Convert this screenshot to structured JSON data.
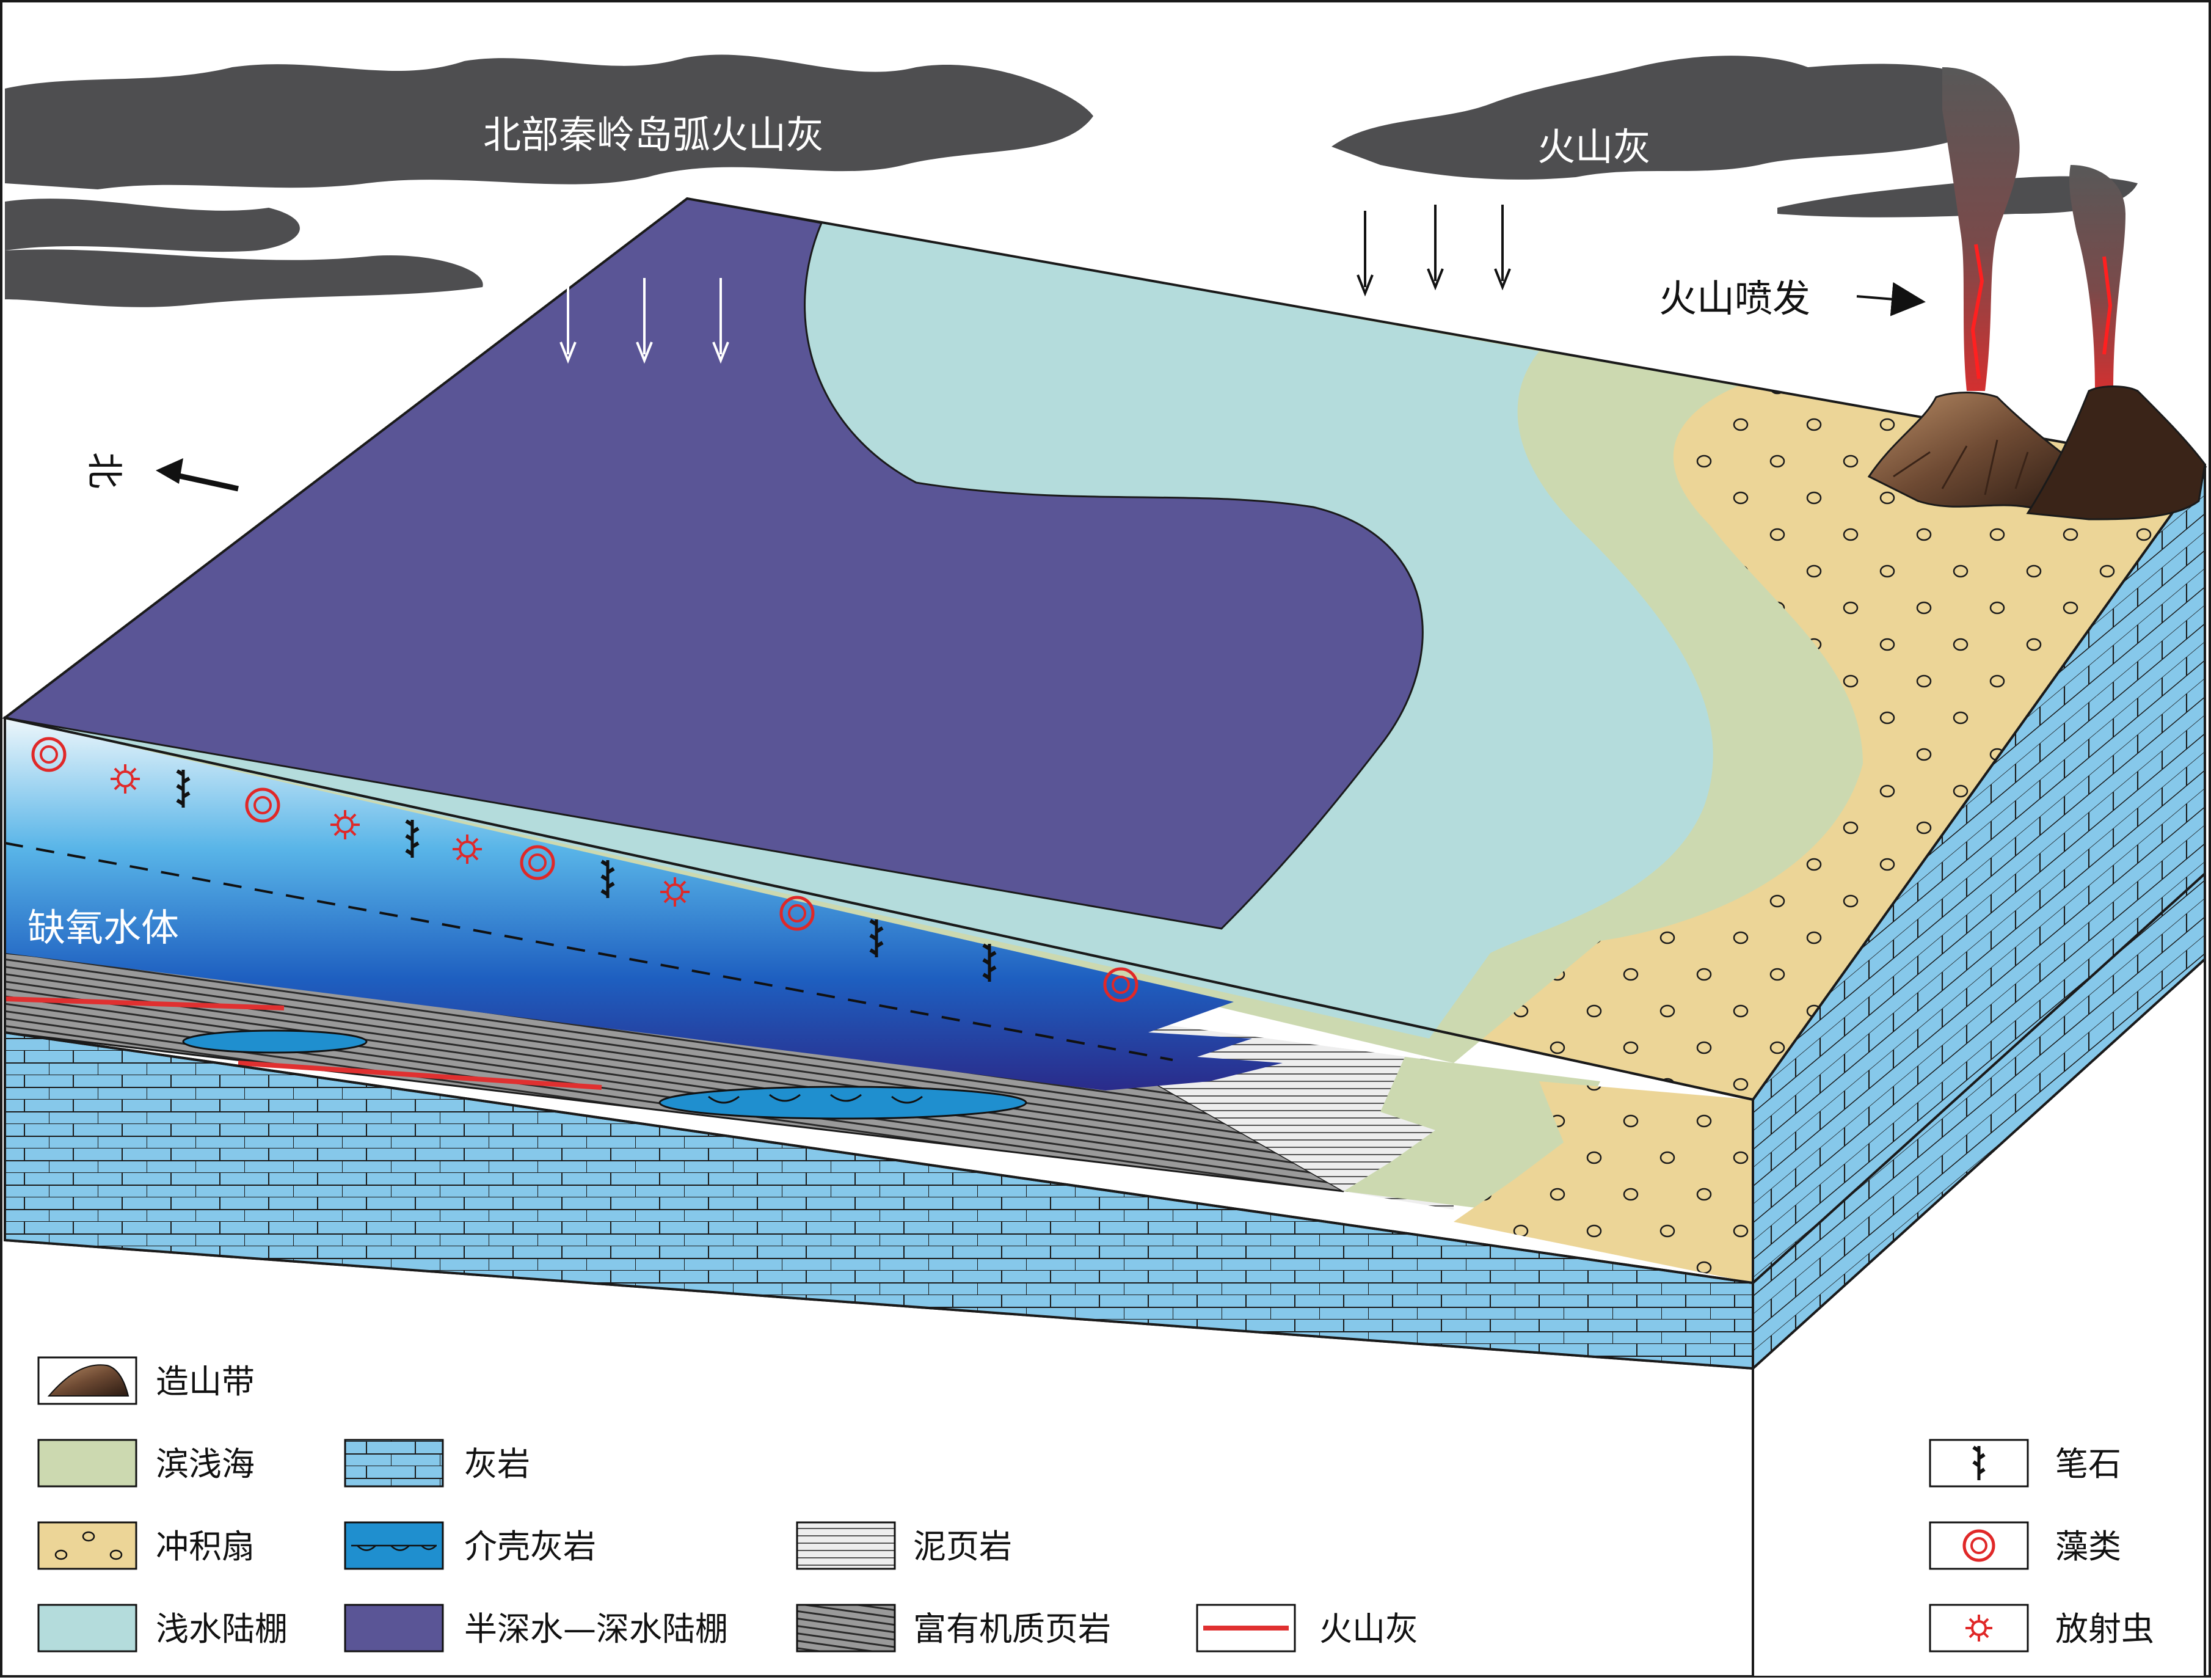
{
  "labels": {
    "north_arc_ash": "北部秦岭岛弧火山灰",
    "volcanic_ash": "火山灰",
    "eruption": "火山喷发",
    "north": "北",
    "anoxic_water": "缺氧水体"
  },
  "legend": {
    "orogen": "造山带",
    "littoral": "滨浅海",
    "alluvial_fan": "冲积扇",
    "shallow_shelf": "浅水陆棚",
    "limestone": "灰岩",
    "shell_limestone": "介壳灰岩",
    "deep_shelf": "半深水—深水陆棚",
    "mudstone": "泥页岩",
    "organic_shale": "富有机质页岩",
    "ash_layer": "火山灰",
    "graptolite": "笔石",
    "algae": "藻类",
    "radiolaria": "放射虫"
  },
  "colors": {
    "deep_shelf": "#5a5596",
    "shallow_shelf": "#b4dcdc",
    "littoral": "#ccd9b0",
    "alluvial_fan": "#ecd597",
    "limestone": "#86c8ea",
    "shell_limestone": "#1f8fcf",
    "ash_cloud": "#4e4e50",
    "ash_line": "#e03030",
    "fossil_red": "#e02828"
  }
}
